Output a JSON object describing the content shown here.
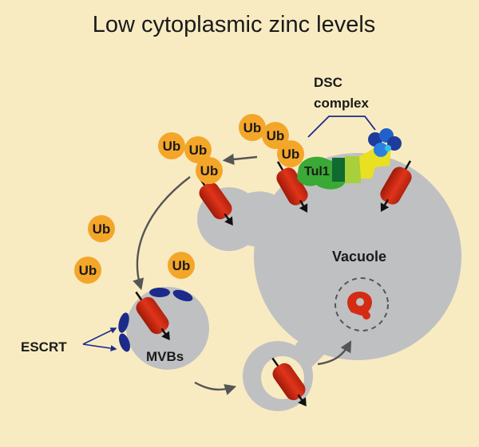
{
  "title": "Low cytoplasmic zinc levels",
  "labels": {
    "dsc_line1": "DSC",
    "dsc_line2": "complex",
    "tul1": "Tul1",
    "vacuole": "Vacuole",
    "mvbs": "MVBs",
    "escrt": "ESCRT"
  },
  "ubiquitin_label": "Ub",
  "colors": {
    "background": "#f8ebc2",
    "membrane": "#bfc0c2",
    "ubiquitin": "#f4a629",
    "transporter": "#d42b14",
    "escrt": "#1c2a8a",
    "arrow": "#555555",
    "tul1": "#3aa935",
    "dsc_dark": "#0f6a30",
    "dsc_light": "#a8cf3c",
    "dsc_yellow": "#e8e020",
    "dsc_blue": "#2060c8"
  },
  "icons": [
    "transporter-icon",
    "ubiquitin-icon",
    "escrt-icon",
    "degradation-icon",
    "arrow-icon"
  ]
}
